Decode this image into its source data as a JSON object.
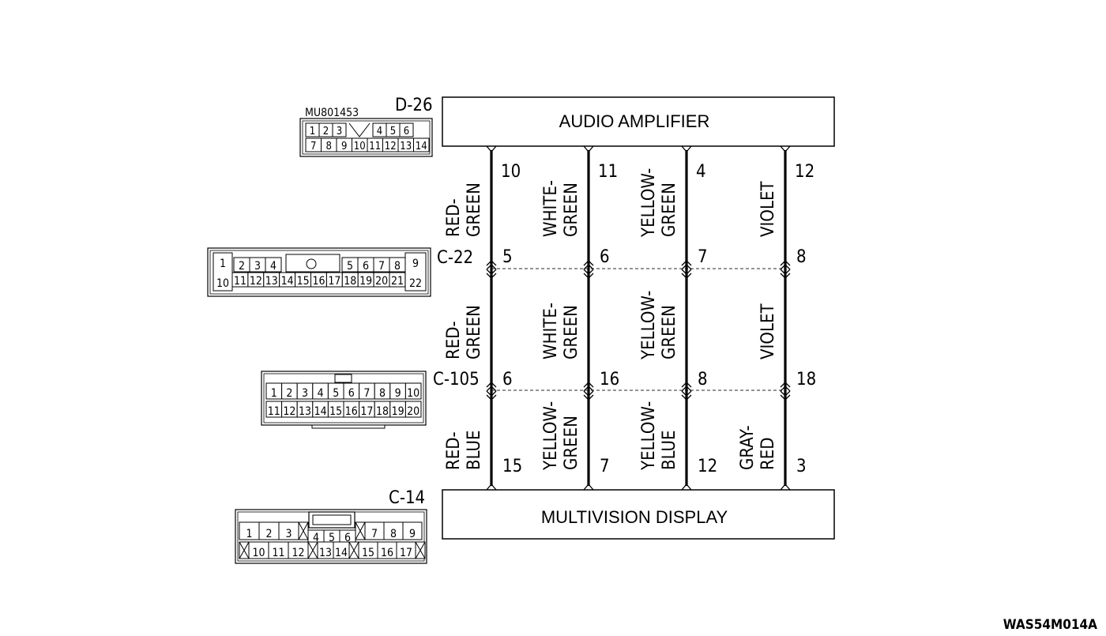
{
  "modules": {
    "top": "AUDIO AMPLIFIER",
    "bottom": "MULTIVISION DISPLAY"
  },
  "part_number": "MU801453",
  "figure_code": "WAS54M014A",
  "connectors": {
    "d26": {
      "name": "D-26",
      "row1": [
        "1",
        "2",
        "3",
        "",
        "4",
        "5",
        "6"
      ],
      "row2": [
        "7",
        "8",
        "9",
        "10",
        "11",
        "12",
        "13",
        "14"
      ]
    },
    "c22": {
      "name": "C-22",
      "row1": [
        "1",
        "2",
        "3",
        "4",
        "",
        "5",
        "6",
        "7",
        "8",
        "9"
      ],
      "row2": [
        "10",
        "11",
        "12",
        "13",
        "14",
        "15",
        "16",
        "17",
        "18",
        "19",
        "20",
        "21",
        "22"
      ]
    },
    "c105": {
      "name": "C-105",
      "row1": [
        "1",
        "2",
        "3",
        "4",
        "5",
        "6",
        "7",
        "8",
        "9",
        "10"
      ],
      "row2": [
        "11",
        "12",
        "13",
        "14",
        "15",
        "16",
        "17",
        "18",
        "19",
        "20"
      ]
    },
    "c14": {
      "name": "C-14",
      "row1": [
        "1",
        "2",
        "3",
        "",
        "4",
        "5",
        "6",
        "",
        "7",
        "8",
        "9"
      ],
      "row2": [
        "",
        "10",
        "11",
        "12",
        "",
        "13",
        "14",
        "",
        "15",
        "16",
        "17",
        ""
      ]
    }
  },
  "circuits": [
    {
      "pin_d26": "10",
      "pin_c22": "5",
      "pin_c105": "6",
      "pin_c14": "15",
      "wire_upper": [
        "RED-",
        "GREEN"
      ],
      "wire_middle": [
        "RED-",
        "GREEN"
      ],
      "wire_lower": [
        "RED-",
        "BLUE"
      ]
    },
    {
      "pin_d26": "11",
      "pin_c22": "6",
      "pin_c105": "16",
      "pin_c14": "7",
      "wire_upper": [
        "WHITE-",
        "GREEN"
      ],
      "wire_middle": [
        "WHITE-",
        "GREEN"
      ],
      "wire_lower": [
        "YELLOW-",
        "GREEN"
      ]
    },
    {
      "pin_d26": "4",
      "pin_c22": "7",
      "pin_c105": "8",
      "pin_c14": "12",
      "wire_upper": [
        "YELLOW-",
        "GREEN"
      ],
      "wire_middle": [
        "YELLOW-",
        "GREEN"
      ],
      "wire_lower": [
        "YELLOW-",
        "BLUE"
      ]
    },
    {
      "pin_d26": "12",
      "pin_c22": "8",
      "pin_c105": "18",
      "pin_c14": "3",
      "wire_upper": [
        "",
        "VIOLET"
      ],
      "wire_middle": [
        "",
        "VIOLET"
      ],
      "wire_lower": [
        "GRAY-",
        "RED"
      ]
    }
  ]
}
